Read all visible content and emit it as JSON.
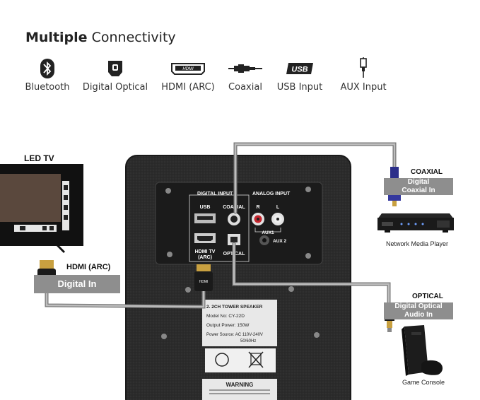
{
  "heading": {
    "bold": "Multiple",
    "light": "Connectivity"
  },
  "connectivity": [
    {
      "label": "Bluetooth",
      "icon": "bluetooth-icon"
    },
    {
      "label": "Digital Optical",
      "icon": "optical-icon"
    },
    {
      "label": "HDMI (ARC)",
      "icon": "hdmi-icon"
    },
    {
      "label": "Coaxial",
      "icon": "coaxial-icon"
    },
    {
      "label": "USB Input",
      "icon": "usb-icon"
    },
    {
      "label": "AUX Input",
      "icon": "aux-icon"
    }
  ],
  "tv": {
    "label": "LED TV"
  },
  "hdmi": {
    "label": "HDMI (ARC)",
    "box": "Digital In"
  },
  "coaxial": {
    "label": "COAXIAL",
    "box_line1": "Digital",
    "box_line2": "Coaxial In",
    "device": "Network Media Player"
  },
  "optical": {
    "label": "OPTICAL",
    "box_line1": "Digital Optical",
    "box_line2": "Audio In",
    "device": "Game Console"
  },
  "panel": {
    "digital_input": "DIGITAL INPUT",
    "analog_input": "ANALOG INPUT",
    "usb": "USB",
    "coaxial": "COAXIAL",
    "r": "R",
    "l": "L",
    "aux1": "AUX1",
    "aux2": "AUX 2",
    "hdmi_tv_1": "HDMI TV",
    "hdmi_tv_2": "(ARC)",
    "optical": "OPTICAL"
  },
  "spec": {
    "title": "2. 2CH TOWER SPEAKER",
    "model": "Model No:  CY-22D",
    "power": "Output Power:  150W",
    "source1": "Power Source: AC 110V-240V",
    "source2": "50/60Hz",
    "warning": "WARNING"
  },
  "colors": {
    "speaker": "#2b2b2b",
    "panel": "#1c1c1c",
    "label_box": "#8e8e8e",
    "connector_gold": "#c8a040",
    "connector_blue": "#2c2f8a"
  }
}
